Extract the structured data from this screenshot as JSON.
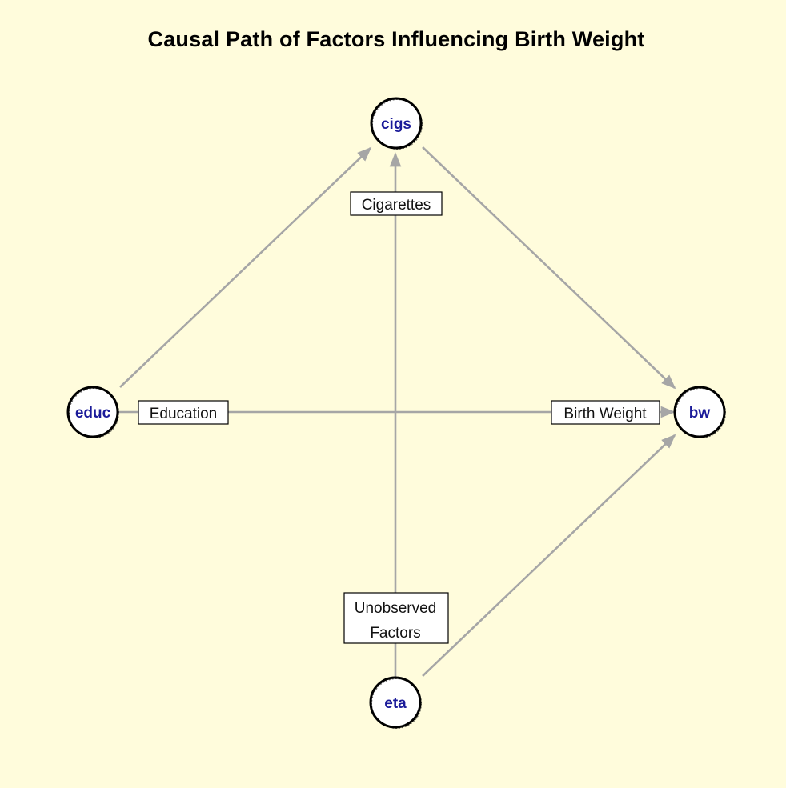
{
  "title": "Causal Path of Factors Influencing Birth Weight",
  "colors": {
    "background": "#fffcdc",
    "edge": "#a6a6a6",
    "node_text": "#1a1a99",
    "node_border": "#000000"
  },
  "nodes": {
    "cigs": "cigs",
    "educ": "educ",
    "bw": "bw",
    "eta": "eta"
  },
  "edge_labels": {
    "cigarettes": "Cigarettes",
    "education": "Education",
    "birth_weight": "Birth Weight",
    "unobserved_line1": "Unobserved",
    "unobserved_line2": "Factors"
  }
}
